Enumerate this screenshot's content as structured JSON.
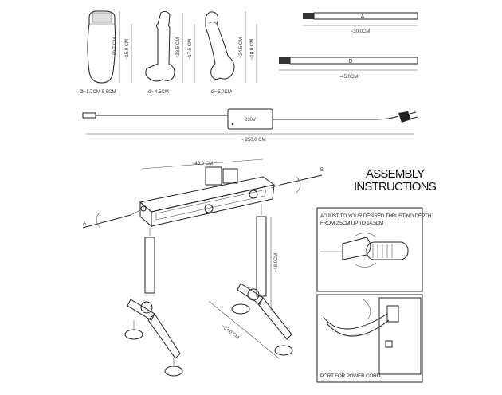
{
  "attachments": [
    {
      "diameter": "Ø~1.7CM-5.5CM",
      "length_total": "~19.7 CM",
      "length_inner": "~15.0 CM"
    },
    {
      "diameter": "Ø~4.5CM",
      "length_total": "~23.5 CM",
      "length_inner": "~17.5 CM"
    },
    {
      "diameter": "Ø~5.0CM",
      "length_total": "~24.5 CM",
      "length_inner": "~18.0 CM"
    }
  ],
  "rods": [
    {
      "label": "A",
      "length": "~30.0CM"
    },
    {
      "label": "B",
      "length": "~45.0CM"
    }
  ],
  "power": {
    "voltage": "230V",
    "cable_length": "~ 250.0 CM"
  },
  "assembly": {
    "title_line1": "ASSEMBLY",
    "title_line2": "INSTRUCTIONS",
    "machine_length": "~49.0 CM",
    "leg_height": "~48.0CM",
    "base_width": "~37.0 CM",
    "rod_a": "A",
    "rod_b": "B"
  },
  "insets": {
    "depth_text_line1": "ADJUST TO YOUR DESIRED THRUSTING DEPTH",
    "depth_text_line2": "FROM 2.5CM UP TO 14.5CM",
    "port_text": "PORT FOR POWER CORD"
  }
}
